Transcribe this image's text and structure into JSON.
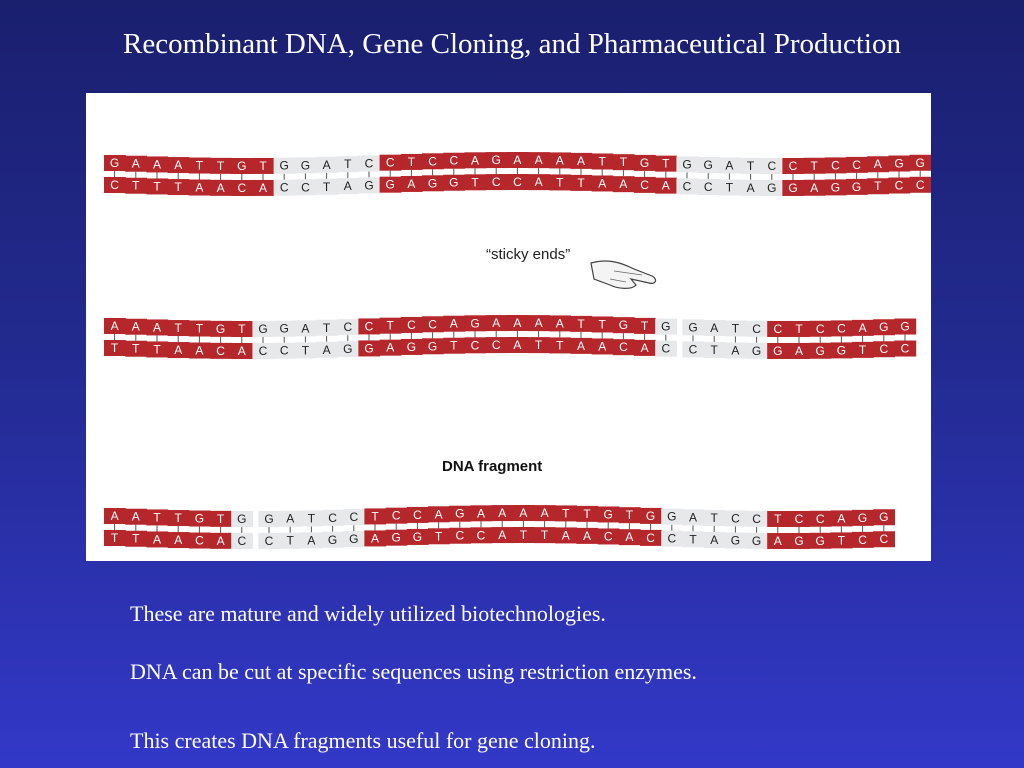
{
  "slide": {
    "title": "Recombinant DNA, Gene Cloning, and Pharmaceutical Production"
  },
  "figure": {
    "sticky_ends_label": "“sticky ends”",
    "fragment_label": "DNA fragment",
    "colors": {
      "strand_red": "#b5272b",
      "strand_grey": "#e6e8ea",
      "base_dark": "#222222",
      "page_bg": "#ffffff"
    },
    "rows": [
      {
        "top": [
          "G",
          "A",
          "A",
          "A",
          "T",
          "T",
          "G",
          "T",
          "G",
          "G",
          "A",
          "T",
          "C",
          "C",
          "T",
          "C",
          "C",
          "A",
          "G",
          "A",
          "A",
          "A",
          "A",
          "T",
          "T",
          "G",
          "T",
          "G",
          "G",
          "A",
          "T",
          "C",
          "C",
          "T",
          "C",
          "C",
          "A",
          "G",
          "G"
        ],
        "bottom": [
          "C",
          "T",
          "T",
          "T",
          "A",
          "A",
          "C",
          "A",
          "C",
          "C",
          "T",
          "A",
          "G",
          "G",
          "A",
          "G",
          "G",
          "T",
          "C",
          "C",
          "A",
          "T",
          "T",
          "A",
          "A",
          "C",
          "A",
          "C",
          "C",
          "T",
          "A",
          "G",
          "G",
          "A",
          "G",
          "G",
          "T",
          "C",
          "C"
        ]
      },
      {
        "top": [
          "A",
          "A",
          "A",
          "T",
          "T",
          "G",
          "T",
          "G",
          "G",
          "A",
          "T",
          "C",
          "C",
          "T",
          "C",
          "C",
          "A",
          "G",
          "A",
          "A",
          "A",
          "A",
          "T",
          "T",
          "G",
          "T",
          "G",
          "G",
          "A",
          "T",
          "C",
          "C",
          "T",
          "C",
          "C",
          "A",
          "G",
          "G"
        ],
        "bottom": [
          "T",
          "T",
          "T",
          "A",
          "A",
          "C",
          "A",
          "C",
          "C",
          "T",
          "A",
          "G",
          "G",
          "A",
          "G",
          "G",
          "T",
          "C",
          "C",
          "A",
          "T",
          "T",
          "A",
          "A",
          "C",
          "A",
          "C",
          "C",
          "T",
          "A",
          "G",
          "G",
          "A",
          "G",
          "G",
          "T",
          "C",
          "C"
        ]
      },
      {
        "top": [
          "A",
          "A",
          "T",
          "T",
          "G",
          "T",
          "G",
          "G",
          "A",
          "T",
          "C",
          "C",
          "T",
          "C",
          "C",
          "A",
          "G",
          "A",
          "A",
          "A",
          "A",
          "T",
          "T",
          "G",
          "T",
          "G",
          "G",
          "A",
          "T",
          "C",
          "C",
          "T",
          "C",
          "C",
          "A",
          "G",
          "G"
        ],
        "bottom": [
          "T",
          "T",
          "A",
          "A",
          "C",
          "A",
          "C",
          "C",
          "T",
          "A",
          "G",
          "G",
          "A",
          "G",
          "G",
          "T",
          "C",
          "C",
          "A",
          "T",
          "T",
          "A",
          "A",
          "C",
          "A",
          "C",
          "C",
          "T",
          "A",
          "G",
          "G",
          "A",
          "G",
          "G",
          "T",
          "C",
          "C"
        ]
      }
    ]
  },
  "bullets": [
    "These are mature and widely utilized biotechnologies.",
    "DNA can be cut at specific sequences using restriction enzymes.",
    "This creates DNA fragments useful for gene cloning."
  ]
}
